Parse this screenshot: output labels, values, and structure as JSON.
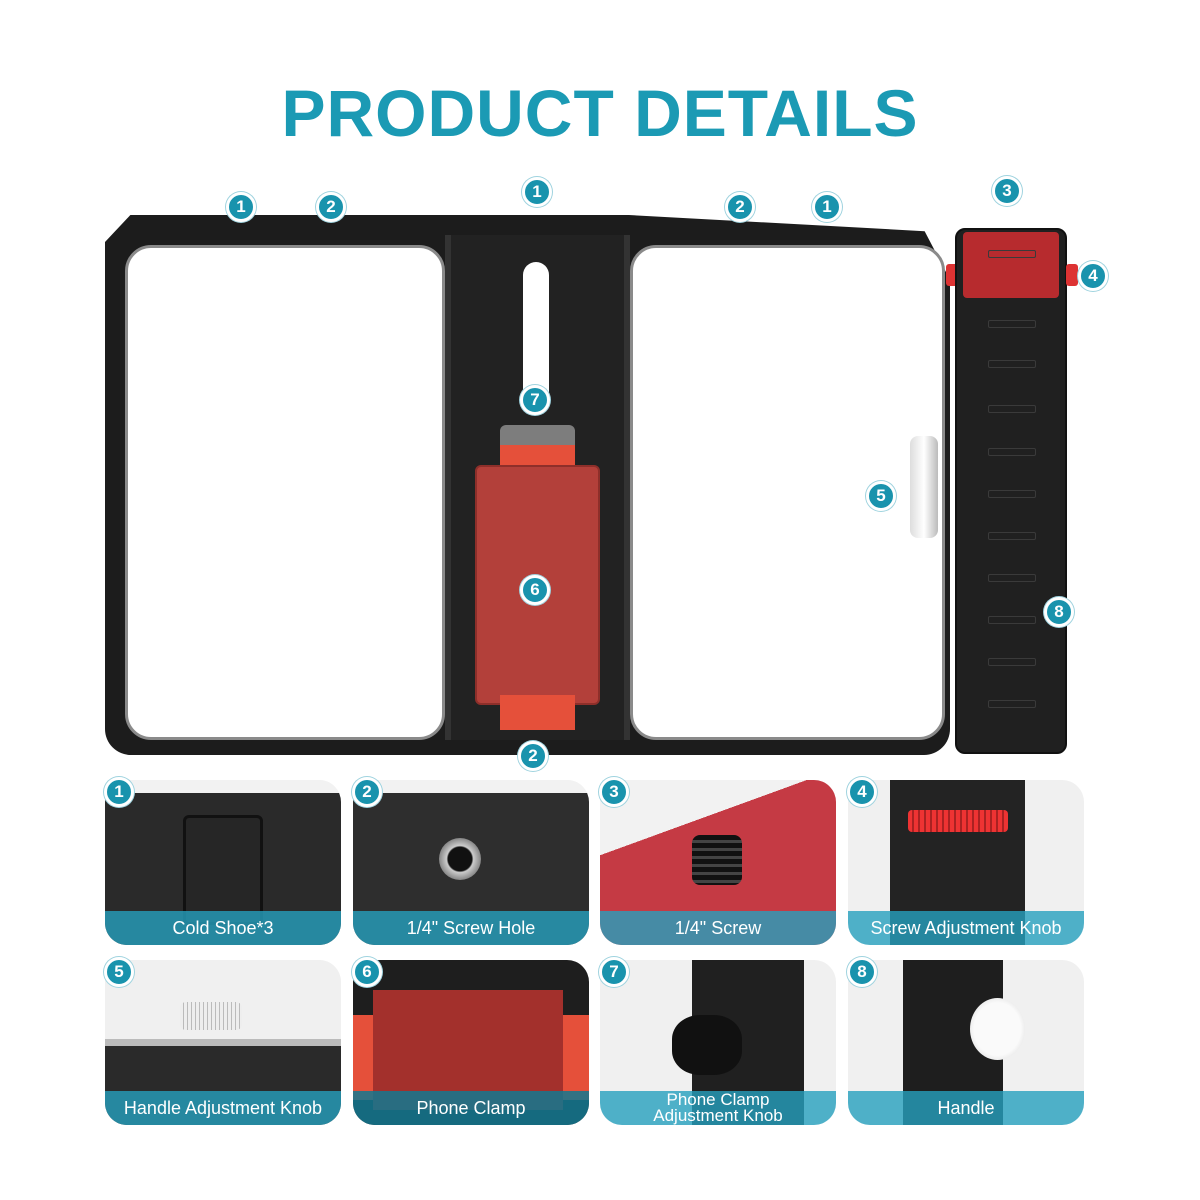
{
  "title": "PRODUCT DETAILS",
  "callouts": {
    "top_left_1": "1",
    "top_left_2": "2",
    "top_center_1": "1",
    "top_right_2": "2",
    "top_right_1": "1",
    "handle_3": "3",
    "handle_4": "4",
    "knob_5": "5",
    "clamp_6": "6",
    "slot_7": "7",
    "handle_8": "8",
    "bottom_2": "2"
  },
  "details": [
    {
      "num": "1",
      "label": "Cold Shoe*3"
    },
    {
      "num": "2",
      "label": "1/4\" Screw Hole"
    },
    {
      "num": "3",
      "label": "1/4\" Screw"
    },
    {
      "num": "4",
      "label": "Screw Adjustment Knob"
    },
    {
      "num": "5",
      "label": "Handle Adjustment Knob"
    },
    {
      "num": "6",
      "label": "Phone Clamp"
    },
    {
      "num": "7",
      "label_line1": "Phone Clamp",
      "label_line2": "Adjustment Knob"
    },
    {
      "num": "8",
      "label": "Handle"
    }
  ],
  "colors": {
    "accent": "#1b9ab4",
    "clamp_red": "#b3403a",
    "frame": "#1c1c1c"
  }
}
